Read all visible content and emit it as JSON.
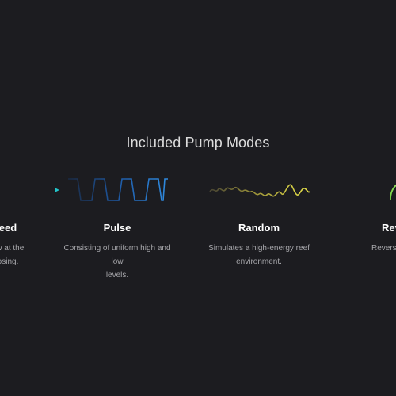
{
  "section": {
    "title": "Included Pump Modes"
  },
  "modes": [
    {
      "name": "eed",
      "desc_line1": "ow at the",
      "desc_line2": "osing.",
      "icon": "constant-flow-wave-icon",
      "color": "#1fb6c4"
    },
    {
      "name": "Pulse",
      "desc_line1": "Consisting of uniform high and low",
      "desc_line2": "levels.",
      "icon": "pulse-wave-icon",
      "color": "#2a76c9"
    },
    {
      "name": "Random",
      "desc_line1": "Simulates a high-energy reef",
      "desc_line2": "environment.",
      "icon": "random-wave-icon",
      "color": "#d8d246"
    },
    {
      "name": "Rev",
      "desc_line1": "Reverse",
      "desc_line2": "",
      "icon": "reverse-arc-icon",
      "color": "#7ed957"
    }
  ]
}
